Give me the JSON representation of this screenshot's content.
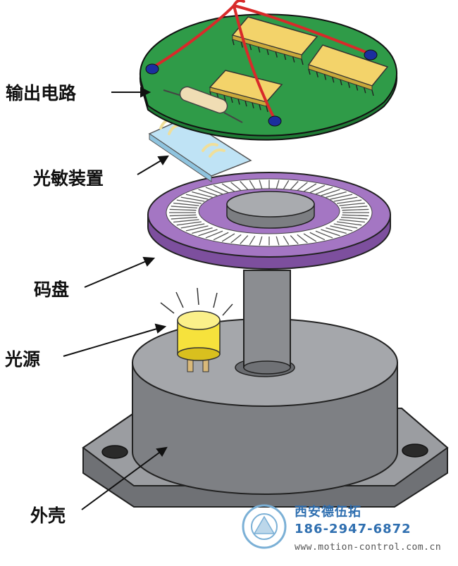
{
  "labels": {
    "circuit": "输出电路",
    "sensor": "光敏装置",
    "disc": "码盘",
    "light_source": "光源",
    "housing": "外壳"
  },
  "watermark": {
    "company": "西安德伍拓",
    "phone": "186-2947-6872",
    "url": "www.motion-control.com.cn"
  },
  "colors": {
    "board": "#2f9b48",
    "chip": "#f3d36a",
    "disc": "#a476c3",
    "housing": "#8e9094",
    "led": "#f6e23c",
    "sensor": "#bfe3f5",
    "wire": "#d82a2a",
    "watermark": "#2f6fb0"
  }
}
